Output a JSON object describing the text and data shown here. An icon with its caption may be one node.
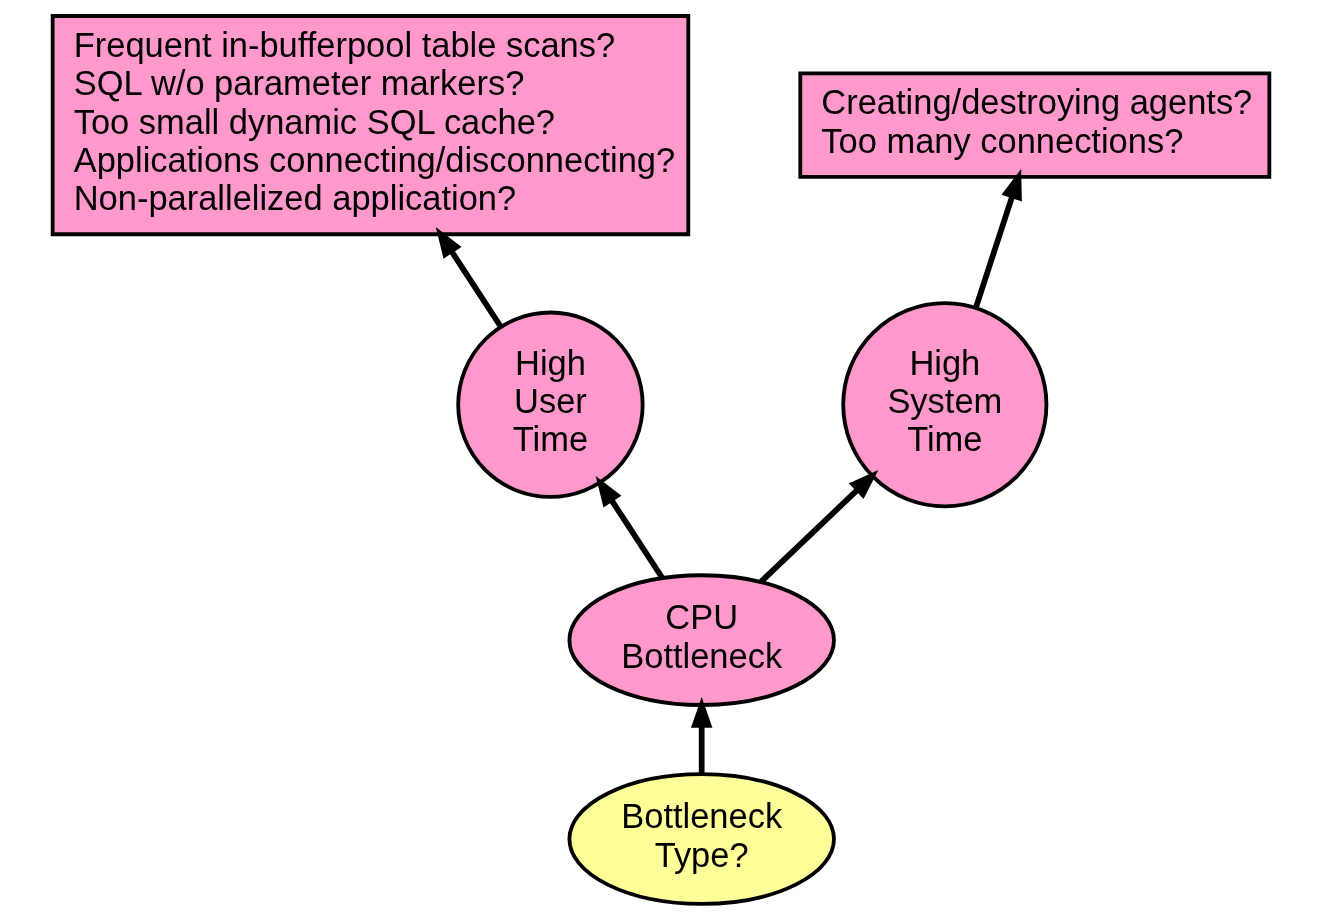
{
  "diagram": {
    "nodes": [
      {
        "text": [
          "Frequent in-bufferpool table scans?",
          "SQL w/o parameter markers?",
          "Too small dynamic SQL cache?",
          "Applications connecting/disconnecting?",
          "Non-parallelized application?"
        ]
      },
      {
        "text": [
          "Creating/destroying agents?",
          "Too many connections?"
        ]
      },
      {
        "text": [
          "High User Time"
        ]
      },
      {
        "text": [
          "High System Time"
        ]
      },
      {
        "text": [
          "CPU Bottleneck"
        ]
      },
      {
        "text": [
          "Bottleneck Type?"
        ]
      }
    ],
    "edges": [
      {
        "from": 5,
        "to": 4,
        "arrow": "to"
      },
      {
        "from": 4,
        "to": 2,
        "arrow": "to"
      },
      {
        "from": 4,
        "to": 3,
        "arrow": "to"
      },
      {
        "from": 2,
        "to": 0,
        "arrow": "to"
      },
      {
        "from": 3,
        "to": 1,
        "arrow": "to"
      }
    ]
  }
}
